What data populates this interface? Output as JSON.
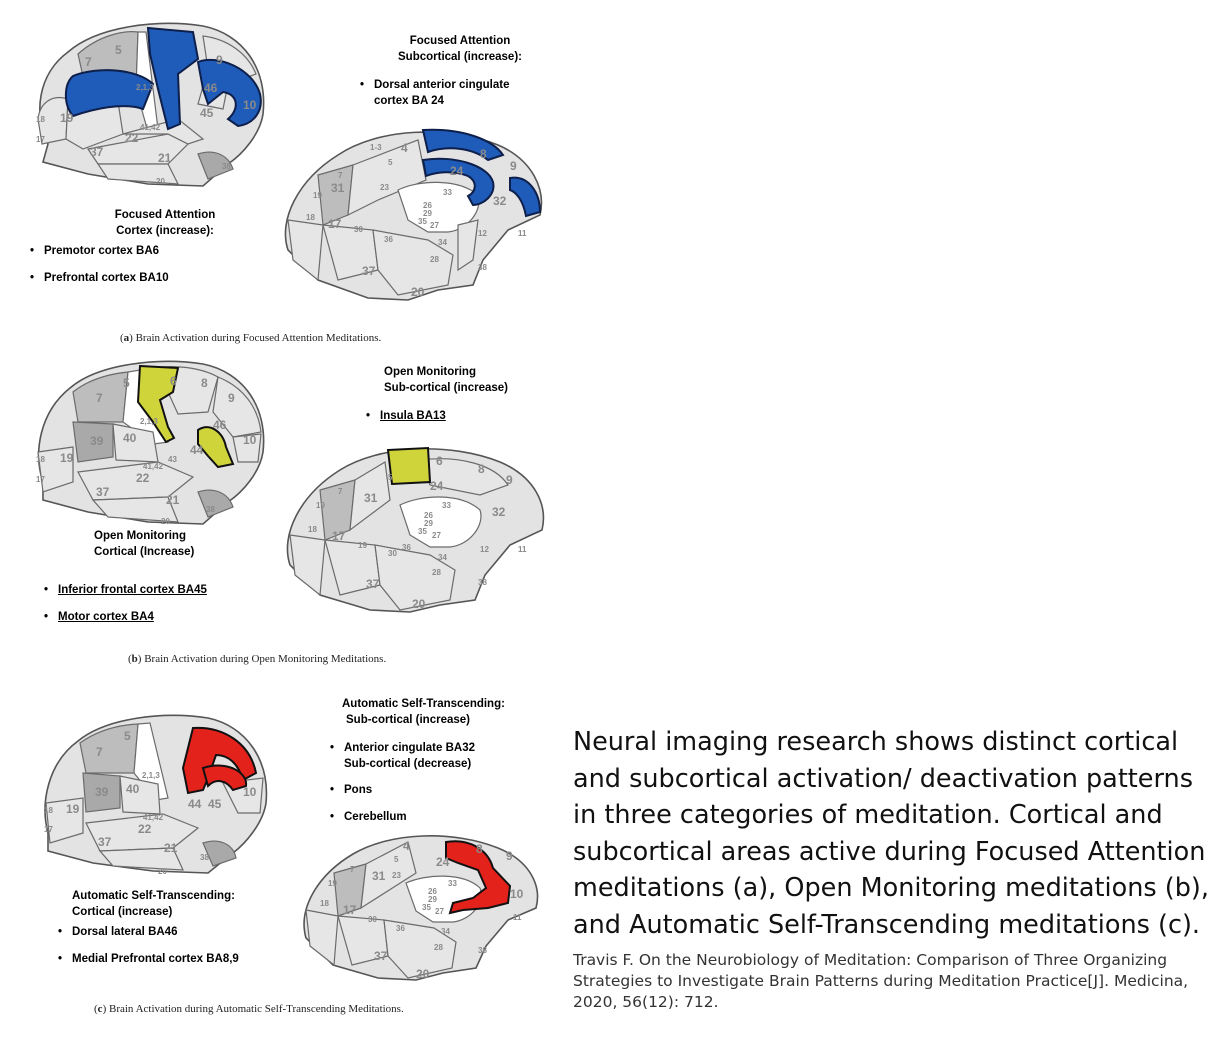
{
  "panel_a": {
    "subcortical_title": [
      "Focused Attention",
      "Subcortical (increase):"
    ],
    "subcortical_items": [
      "Dorsal anterior cingulate",
      "cortex BA 24"
    ],
    "cortical_title": [
      "Focused Attention",
      "Cortex (increase):"
    ],
    "cortical_items": [
      "Premotor cortex  BA6",
      "Prefrontal cortex BA10"
    ],
    "caption_letter": "a",
    "caption_text": " Brain Activation during Focused Attention Meditations.",
    "highlight_color": "#1f5bb8"
  },
  "panel_b": {
    "subcortical_title": [
      "Open Monitoring",
      "Sub-cortical (increase)"
    ],
    "subcortical_items": [
      "Insula BA13"
    ],
    "cortical_title": [
      "Open Monitoring",
      "Cortical (Increase)"
    ],
    "cortical_items": [
      "Inferior frontal cortex BA45",
      "Motor cortex BA4"
    ],
    "caption_letter": "b",
    "caption_text": " Brain Activation during Open Monitoring Meditations.",
    "highlight_color": "#cfd43a"
  },
  "panel_c": {
    "subcortical_title": [
      "Automatic Self-Transcending:",
      "Sub-cortical (increase)"
    ],
    "subcortical_items": [
      "Anterior cingulate BA32",
      "Sub-cortical (decrease)",
      "Pons",
      "Cerebellum"
    ],
    "cortical_title": [
      "Automatic Self-Transcending:",
      "Cortical (increase)"
    ],
    "cortical_items": [
      "Dorsal lateral BA46",
      "Medial Prefrontal cortex BA8,9"
    ],
    "caption_letter": "c",
    "caption_text": " Brain Activation during Automatic Self-Transcending Meditations.",
    "highlight_color": "#e3221c"
  },
  "lateral_labels": {
    "a": [
      "5",
      "7",
      "9",
      "46",
      "10",
      "45",
      "2,1,3",
      "18",
      "19",
      "41,42",
      "17",
      "22",
      "37",
      "21",
      "38",
      "20"
    ],
    "b": [
      "5",
      "6",
      "8",
      "7",
      "9",
      "46",
      "10",
      "44",
      "39",
      "40",
      "2,1,3",
      "18",
      "19",
      "41,42",
      "17",
      "22",
      "37",
      "21",
      "38",
      "20",
      "43"
    ],
    "c": [
      "5",
      "7",
      "2,1,3",
      "10",
      "39",
      "40",
      "44",
      "45",
      "18",
      "19",
      "41,42",
      "17",
      "22",
      "37",
      "21",
      "38",
      "20"
    ]
  },
  "medial_labels": {
    "a": [
      "1-3",
      "4",
      "8",
      "9",
      "31",
      "23",
      "33",
      "32",
      "26",
      "29",
      "35",
      "27",
      "19",
      "18",
      "17",
      "30",
      "36",
      "34",
      "28",
      "37",
      "38",
      "20",
      "11",
      "12",
      "5",
      "7",
      "24"
    ],
    "b": [
      "6",
      "8",
      "9",
      "24",
      "33",
      "32",
      "26",
      "29",
      "35",
      "27",
      "31",
      "19",
      "18",
      "17",
      "19",
      "30",
      "36",
      "34",
      "28",
      "37",
      "38",
      "20",
      "11",
      "12",
      "5",
      "7"
    ],
    "c": [
      "4",
      "8",
      "9",
      "24",
      "33",
      "10",
      "31",
      "23",
      "26",
      "29",
      "35",
      "27",
      "19",
      "18",
      "17",
      "30",
      "36",
      "34",
      "28",
      "37",
      "38",
      "20",
      "11",
      "5",
      "7"
    ]
  },
  "main_text": "Neural imaging research shows distinct cortical and subcortical activation/ deactivation patterns in three categories of meditation. Cortical and subcortical areas active during Focused Attention meditations (a), Open Monitoring meditations (b), and Automatic Self-Transcending meditations (c).",
  "reference_text": "Travis F. On the Neurobiology of Meditation: Comparison of Three Organizing Strategies to Investigate Brain Patterns during Meditation Practice[J]. Medicina, 2020, 56(12): 712."
}
